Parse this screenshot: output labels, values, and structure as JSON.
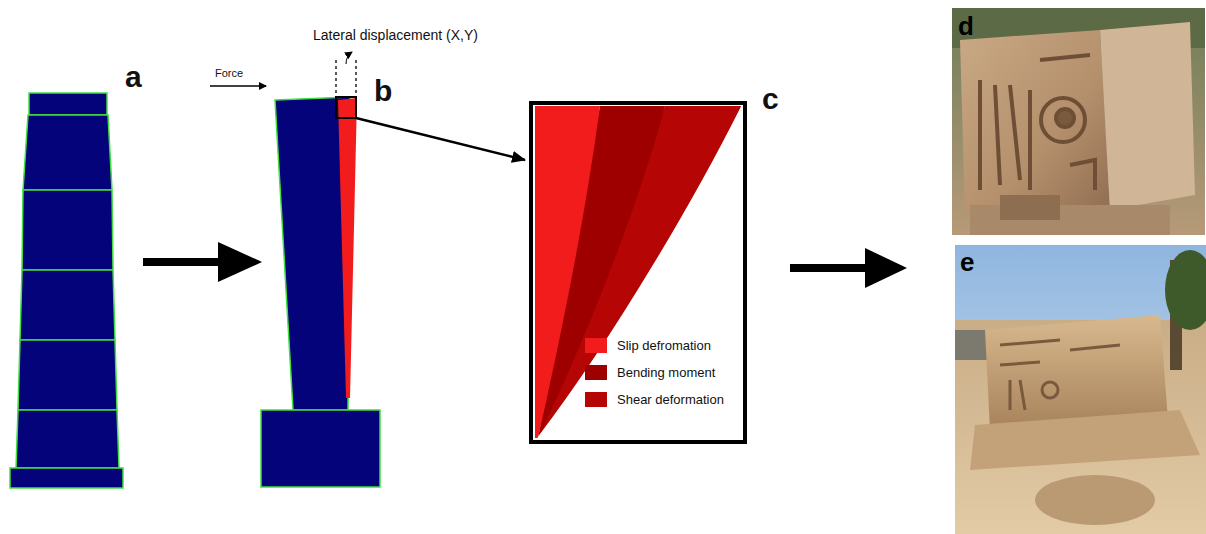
{
  "diagram": {
    "labels": [
      "a",
      "Lateral displacement (X,Y)",
      "Force",
      "b",
      "c",
      "d",
      "e"
    ],
    "legend": [
      {
        "text": "Slip defromation",
        "color": "#f21c1c"
      },
      {
        "text": "Bending moment",
        "color": "#9e0000"
      },
      {
        "text": "Shear deformation",
        "color": "#b50505"
      }
    ]
  }
}
